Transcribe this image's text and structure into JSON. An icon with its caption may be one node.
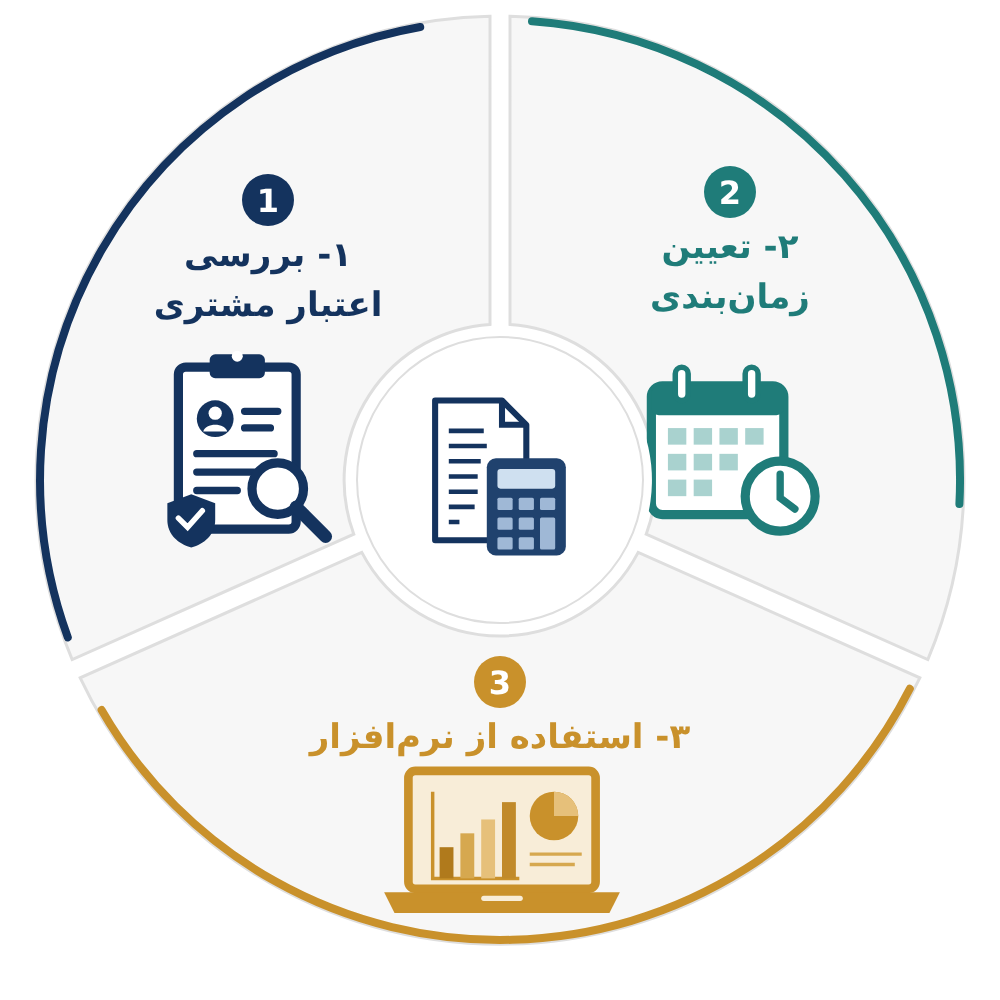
{
  "diagram": {
    "nodes": [
      {
        "text": [
          "۱- بررسی اعتبار مشتری"
        ]
      },
      {
        "text": [
          "1"
        ],
        "in": 0
      },
      {
        "text": [
          "۲- تعیین زمان‌بندی"
        ]
      },
      {
        "text": [
          "2"
        ],
        "in": 2
      },
      {
        "text": [],
        "shape": "circle"
      },
      {
        "text": [
          "۳- استفاده از نرم‌افزار"
        ]
      },
      {
        "text": [
          "3"
        ],
        "in": 5
      }
    ],
    "edges": []
  }
}
